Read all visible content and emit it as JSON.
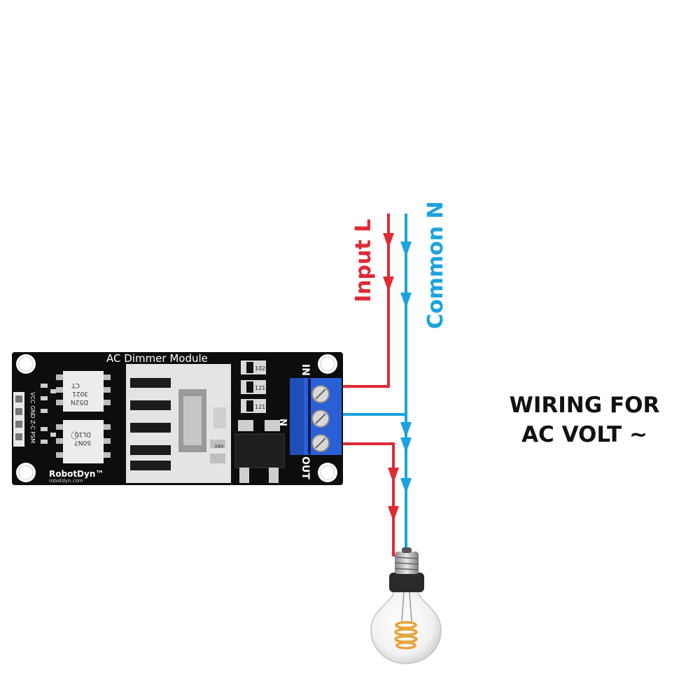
{
  "colors": {
    "line_wire": "#e02a35",
    "neutral_wire": "#1aa3de",
    "board": "#0d0d0d",
    "terminal_block": "#2a5fd6",
    "caption_text": "#111111"
  },
  "wires": {
    "input_label": "Input L",
    "common_label": "Common N"
  },
  "board": {
    "title": "AC Dimmer Module",
    "brand": "RobotDyn™",
    "website": "robotdyn.com",
    "pin_labels": "VCC GND Z-C PSM",
    "terminal_in_label": "IN",
    "terminal_out_label": "OUT",
    "neutral_mark": "N",
    "optocoupler_1_text": [
      "CT",
      "3021",
      "D52N"
    ],
    "optocoupler_2_text": [
      "DL10",
      "S0N7"
    ],
    "resistor_labels": [
      "102",
      "121",
      "121"
    ],
    "smd_label": "390"
  },
  "caption": {
    "line1": "WIRING FOR",
    "line2": "AC VOLT ~"
  },
  "icons": {
    "lamp": "edison-bulb-icon",
    "arrow": "arrow-down-icon"
  }
}
